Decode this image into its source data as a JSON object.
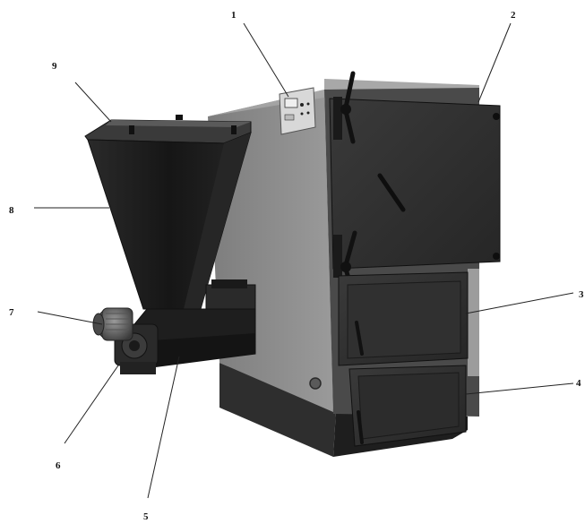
{
  "diagram": {
    "subject": "pellet boiler with fuel hopper and auger feeder",
    "colors": {
      "background": "#ffffff",
      "body_light": "#8a8a8a",
      "body_dark": "#3c3c3c",
      "door_dark": "#2a2a2a",
      "hopper_dark": "#1c1c1c",
      "hardware": "#0e0e0e"
    },
    "callouts": [
      {
        "id": "1",
        "label": "1"
      },
      {
        "id": "2",
        "label": "2"
      },
      {
        "id": "3",
        "label": "3"
      },
      {
        "id": "4",
        "label": "4"
      },
      {
        "id": "5",
        "label": "5"
      },
      {
        "id": "6",
        "label": "6"
      },
      {
        "id": "7",
        "label": "7"
      },
      {
        "id": "8",
        "label": "8"
      },
      {
        "id": "9",
        "label": "9"
      }
    ]
  }
}
